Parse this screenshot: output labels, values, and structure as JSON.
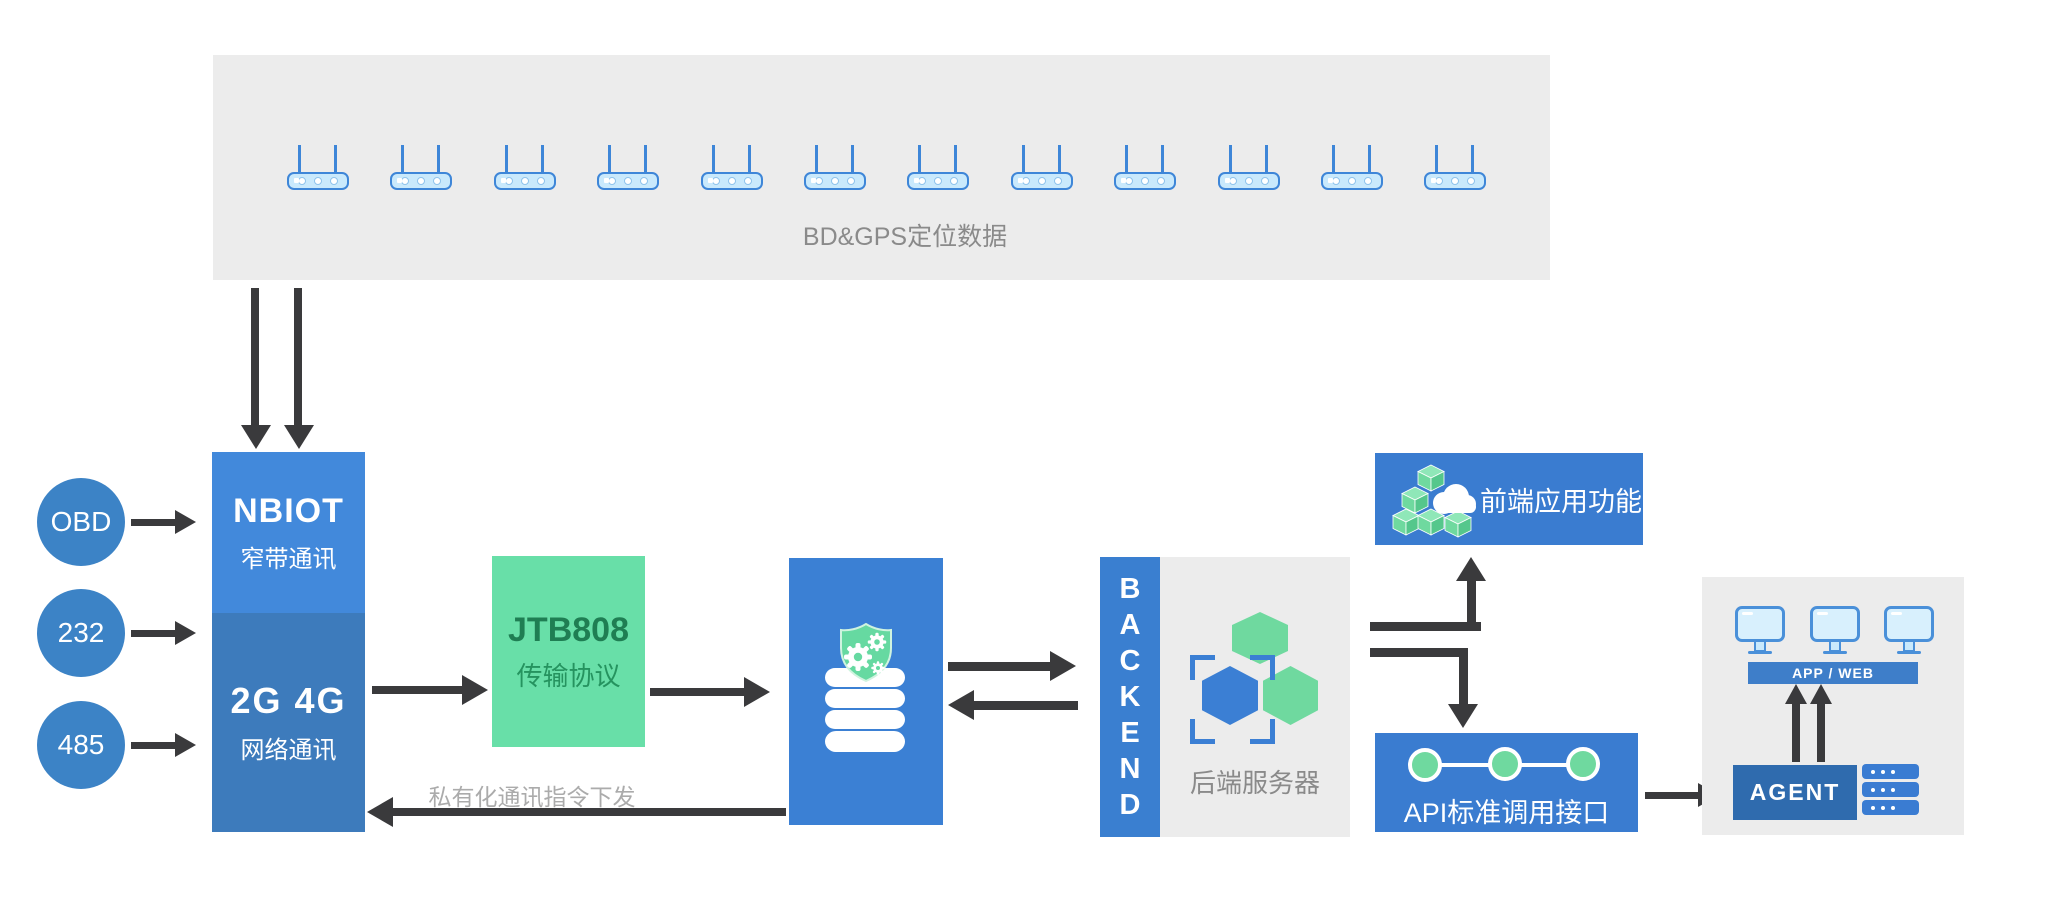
{
  "top_panel": {
    "label": "BD&GPS定位数据",
    "router_count": 12
  },
  "ports": [
    {
      "label": "OBD"
    },
    {
      "label": "232"
    },
    {
      "label": "485"
    }
  ],
  "gateway": {
    "nb_title": "NBIOT",
    "nb_subtitle": "窄带通讯",
    "cell_title": "2G 4G",
    "cell_subtitle": "网络通讯"
  },
  "protocol": {
    "title": "JTB808",
    "subtitle": "传输协议"
  },
  "return_arrow_label": "私有化通讯指令下发",
  "backend": {
    "vertical_label": "BACKEND",
    "caption": "后端服务器"
  },
  "frontend": {
    "label": "前端应用功能"
  },
  "api": {
    "label": "API标准调用接口"
  },
  "client": {
    "bar_label": "APP / WEB",
    "agent_label": "AGENT"
  },
  "colors": {
    "panel_gray": "#ECECEC",
    "blue": "#3A7CD0",
    "blue_bright": "#4289DB",
    "blue_muted": "#3D7BBC",
    "circle_blue": "#3C83C6",
    "agent_blue": "#2F6BAE",
    "green_box": "#68DFA8",
    "green_box_text": "#1F7E53",
    "green_icon": "#6FD99F",
    "arrow": "#3A3A3C",
    "text_gray": "#8A8A8A",
    "router_fill": "#C9E9FC",
    "router_border": "#3E86D8"
  }
}
